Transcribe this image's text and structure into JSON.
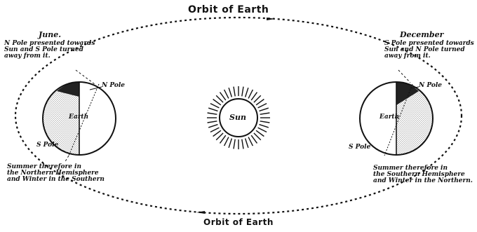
{
  "colors": {
    "ink": "#111111",
    "paper": "#ffffff"
  },
  "labels": {
    "orbit_top": "Orbit of Earth",
    "orbit_bottom": "Orbit of Earth",
    "sun": "Sun",
    "june": {
      "month": "June.",
      "desc_lines": [
        "N Pole presented towards",
        "Sun and S Pole turned",
        "away from it."
      ],
      "n_pole": "N Pole",
      "s_pole": "S Pole",
      "earth": "Earth",
      "season_lines": [
        "Summer therefore in",
        "the Northern Hemisphere",
        "and Winter in the Southern"
      ]
    },
    "december": {
      "month": "December",
      "desc_lines": [
        "S Pole presented towards",
        "Sun and N Pole turned",
        "away from it."
      ],
      "n_pole": "N Pole",
      "s_pole": "S Pole",
      "earth": "Earth",
      "season_lines": [
        "Summer therefore in",
        "the Southern Hemisphere",
        "and Winter in the Northern."
      ]
    }
  }
}
